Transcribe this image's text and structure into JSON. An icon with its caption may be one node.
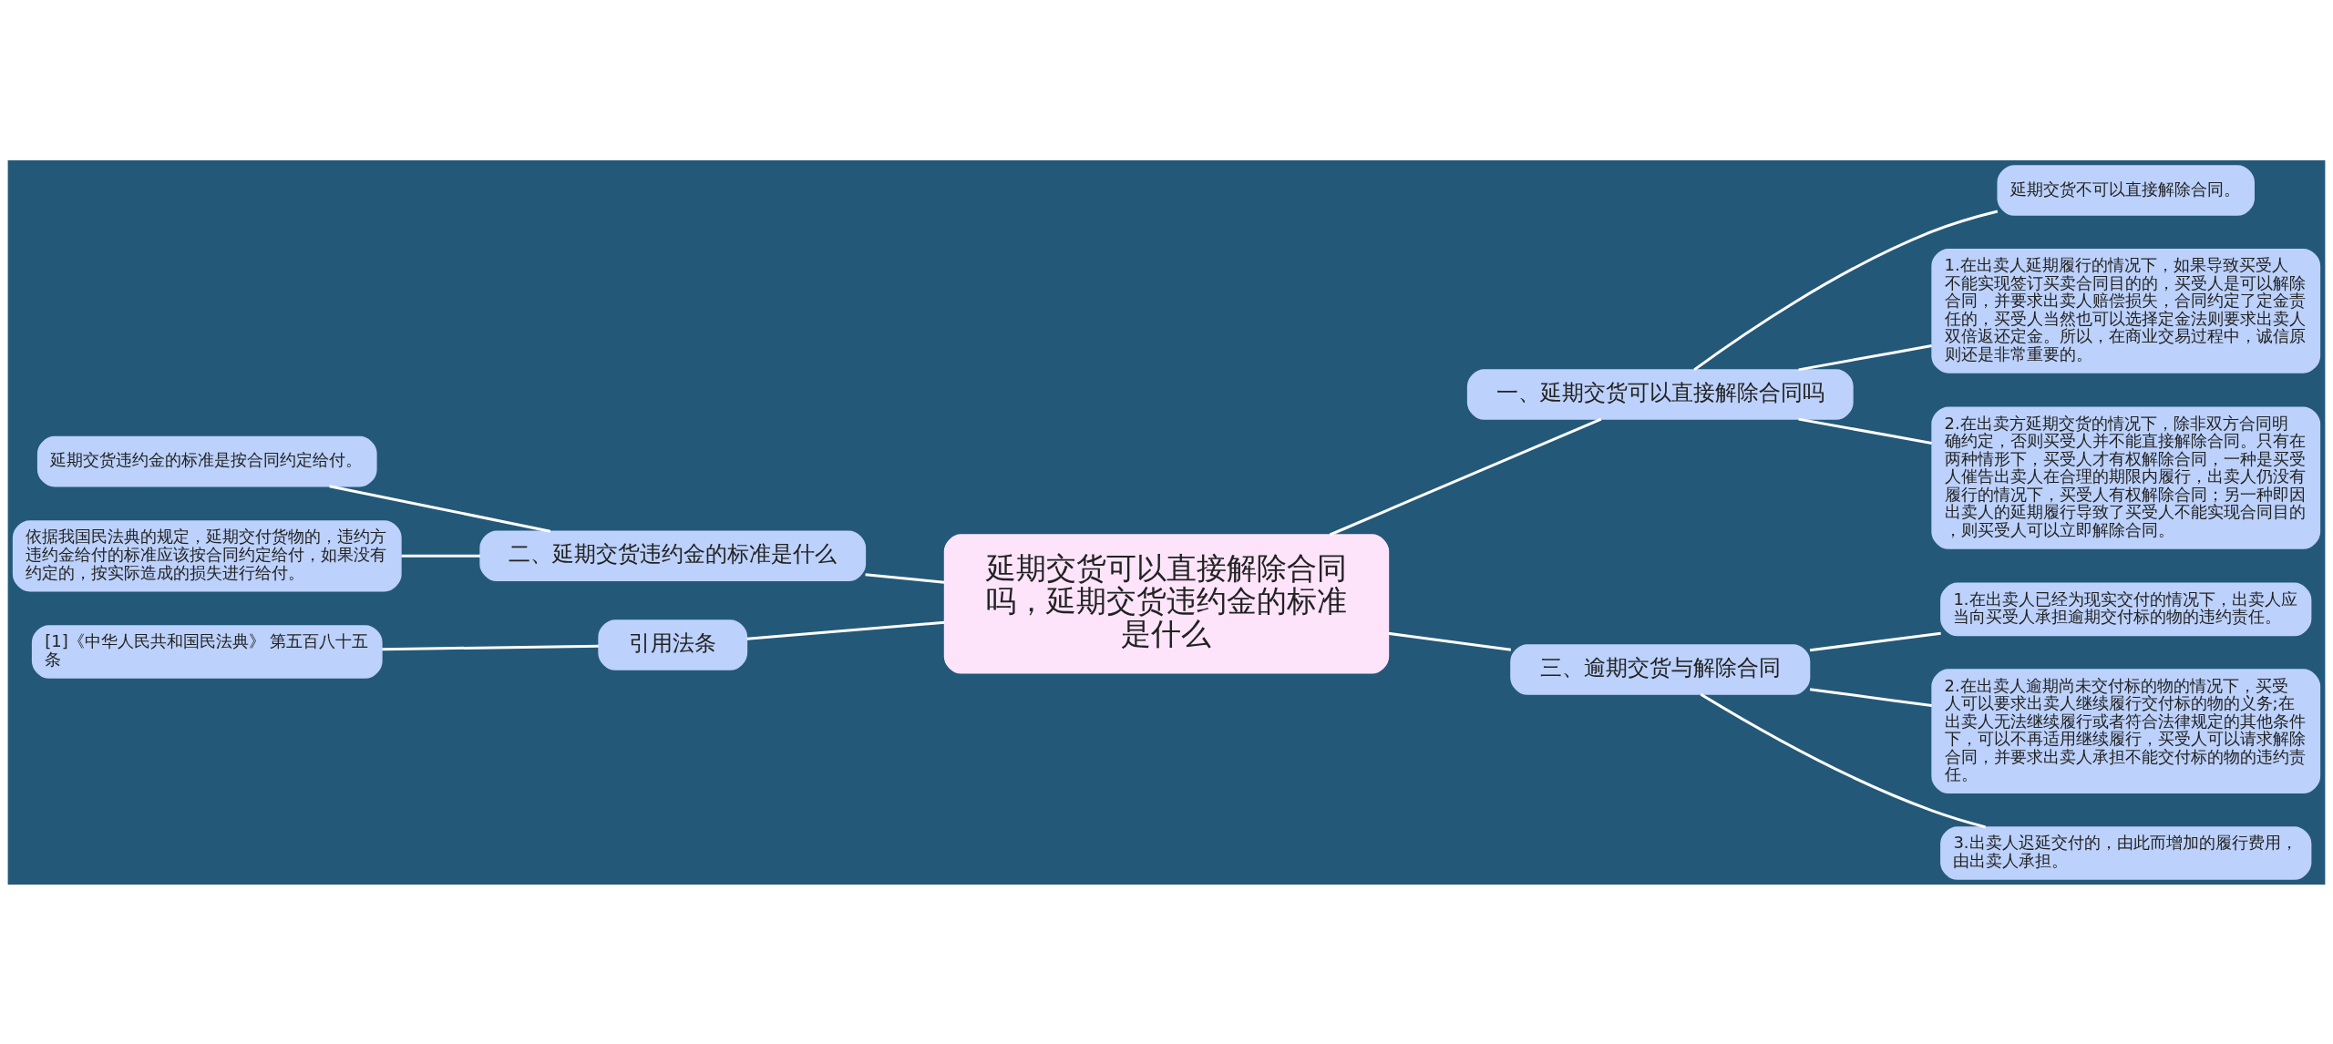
{
  "diagram": {
    "nodes": [
      {
        "text": [
          "延期交货可以直接解除合同吗，延期交货违约金的标准是什么"
        ]
      },
      {
        "text": [
          "一、延期交货可以直接解除合同吗"
        ]
      },
      {
        "text": [
          "延期交货不可以直接解除合同。"
        ]
      },
      {
        "text": [
          "1.在出卖人延期履行的情况下，如果导致买受人不能实现签订买卖合同目的的，买受人是可以解除合同，并要求出卖人赔偿损失，合同约定了定金责任的，买受人当然也可以选择定金法则要求出卖人双倍返还定金。所以，在商业交易过程中，诚信原则还是非常重要的。"
        ]
      },
      {
        "text": [
          "2.在出卖方延期交货的情况下，除非双方合同明确约定，否则买受人并不能直接解除合同。只有在两种情形下，买受人才有权解除合同，一种是买受人催告出卖人在合理的期限内履行，出卖人仍没有履行的情况下，买受人有权解除合同；另一种即因出卖人的延期履行导致了买受人不能实现合同目的，则买受人可以立即解除合同。"
        ]
      },
      {
        "text": [
          "三、逾期交货与解除合同"
        ]
      },
      {
        "text": [
          "1.在出卖人已经为现实交付的情况下，出卖人应当向买受人承担逾期交付标的物的违约责任。"
        ]
      },
      {
        "text": [
          "2.在出卖人逾期尚未交付标的物的情况下，买受人可以要求出卖人继续履行交付标的物的义务;在出卖人无法继续履行或者符合法律规定的其他条件下，可以不再适用继续履行，买受人可以请求解除合同，并要求出卖人承担不能交付标的物的违约责任。"
        ]
      },
      {
        "text": [
          "3.出卖人迟延交付的，由此而增加的履行费用，由出卖人承担。"
        ]
      },
      {
        "text": [
          "二、延期交货违约金的标准是什么"
        ]
      },
      {
        "text": [
          "延期交货违约金的标准是按合同约定给付。"
        ]
      },
      {
        "text": [
          "依据我国民法典的规定，延期交付货物的，违约方违约金给付的标准应该按合同约定给付，如果没有约定的，按实际造成的损失进行给付。"
        ]
      },
      {
        "text": [
          "引用法条"
        ]
      },
      {
        "text": [
          "[1]《中华人民共和国民法典》 第五百八十五条"
        ]
      }
    ],
    "edges": [
      {
        "from": 0,
        "to": 1,
        "arrow": "none"
      },
      {
        "from": 1,
        "to": 2,
        "arrow": "none"
      },
      {
        "from": 1,
        "to": 3,
        "arrow": "none"
      },
      {
        "from": 1,
        "to": 4,
        "arrow": "none"
      },
      {
        "from": 0,
        "to": 5,
        "arrow": "none"
      },
      {
        "from": 5,
        "to": 6,
        "arrow": "none"
      },
      {
        "from": 5,
        "to": 7,
        "arrow": "none"
      },
      {
        "from": 5,
        "to": 8,
        "arrow": "none"
      },
      {
        "from": 9,
        "to": 0,
        "arrow": "none"
      },
      {
        "from": 10,
        "to": 9,
        "arrow": "none"
      },
      {
        "from": 11,
        "to": 9,
        "arrow": "none"
      },
      {
        "from": 12,
        "to": 0,
        "arrow": "none"
      },
      {
        "from": 13,
        "to": 12,
        "arrow": "none"
      }
    ]
  }
}
